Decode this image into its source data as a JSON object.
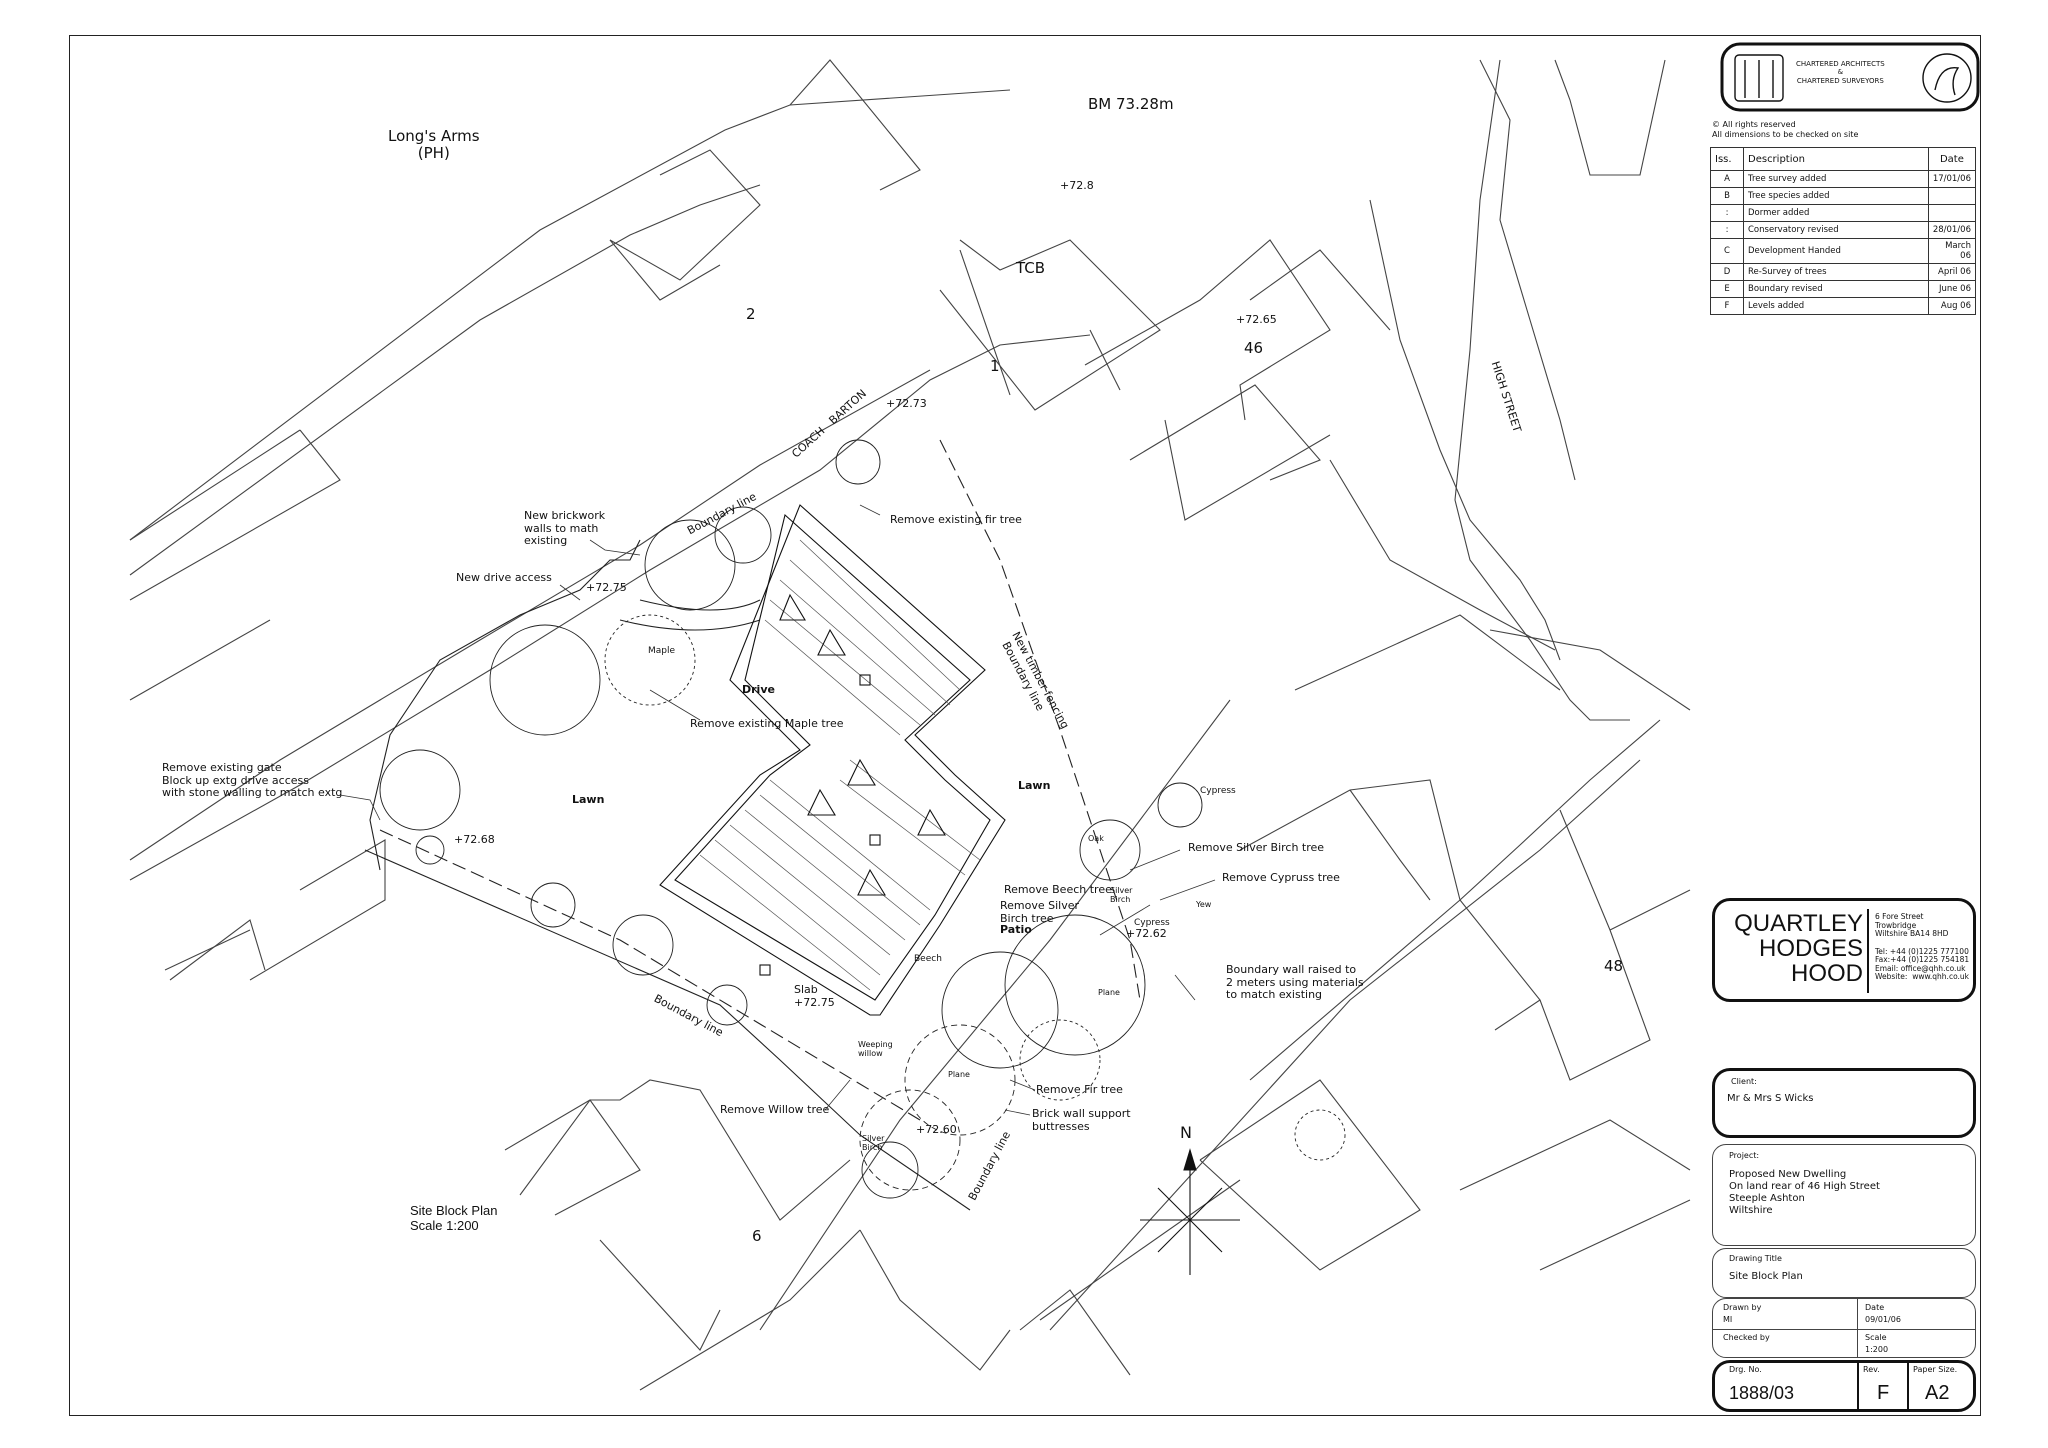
{
  "map_labels": {
    "pub": "Long's Arms\n(PH)",
    "benchmark": "BM 73.28m",
    "tcb": "TCB",
    "lvl_728": "+72.8",
    "lvl_7265": "+72.65",
    "lvl_7273": "+72.73",
    "lvl_7275a": "+72.75",
    "lvl_7268": "+72.68",
    "lvl_7262": "+72.62",
    "lvl_7260": "+72.60",
    "house_2": "2",
    "house_1": "1",
    "house_46": "46",
    "house_48": "48",
    "house_6": "6",
    "coach_barton": "COACH   BARTON",
    "high_street": "HIGH STREET",
    "boundary_line_1": "Boundary line",
    "boundary_line_2": "Boundary line",
    "boundary_line_3": "Boundary line",
    "boundary_line_4": "Boundary line",
    "new_fencing": "New timber fencing",
    "drive": "Drive",
    "lawn_1": "Lawn",
    "lawn_2": "Lawn",
    "patio": "Patio",
    "slab": "Slab\n+72.75",
    "new_brickwork": "New brickwork\nwalls to math\nexisting",
    "new_drive_access": "New drive access",
    "remove_gate": "Remove existing gate\nBlock up extg drive access\nwith stone walling to match extg",
    "remove_fir": "Remove existing fir tree",
    "remove_maple": "Remove existing Maple tree",
    "maple": "Maple",
    "cypress": "Cypress",
    "cypress_2": "Cypress",
    "remove_silver_birch": "Remove Silver Birch tree",
    "remove_cypress": "Remove Cypruss tree",
    "remove_beech": "Remove Beech tree",
    "remove_silver_birch_2": "Remove Silver\nBirch tree",
    "oak": "Oak",
    "silver_birch_1": "Silver\nBirch",
    "yew": "Yew",
    "beech": "Beech",
    "boundary_wall": "Boundary wall raised to\n2 meters using materials\nto match existing",
    "plane_1": "Plane",
    "plane_2": "Plane",
    "weeping_willow": "Weeping\nwillow",
    "remove_willow": "Remove Willow tree",
    "remove_fir_2": "Remove Fir tree",
    "brick_wall": "Brick wall support\nbuttresses",
    "silver_birch_2": "Silver\nBirch",
    "north": "N",
    "site_block_plan": "Site Block Plan\nScale 1:200"
  },
  "titleblock": {
    "practice": "CHARTERED ARCHITECTS\n&\nCHARTERED SURVEYORS",
    "rights": "© All rights reserved\nAll dimensions to be checked on site",
    "rev_head": {
      "iss": "Iss.",
      "desc": "Description",
      "date": "Date"
    },
    "revisions": [
      {
        "iss": "A",
        "desc": "Tree survey added",
        "date": "17/01/06"
      },
      {
        "iss": "B",
        "desc": "Tree species added",
        "date": ""
      },
      {
        "iss": ":",
        "desc": "Dormer added",
        "date": ""
      },
      {
        "iss": ":",
        "desc": "Conservatory revised",
        "date": "28/01/06"
      },
      {
        "iss": "C",
        "desc": "Development Handed",
        "date": "March 06"
      },
      {
        "iss": "D",
        "desc": "Re-Survey of trees",
        "date": "April 06"
      },
      {
        "iss": "E",
        "desc": "Boundary revised",
        "date": "June 06"
      },
      {
        "iss": "F",
        "desc": "Levels added",
        "date": "Aug 06"
      }
    ],
    "firm": "QUARTLEY\nHODGES\nHOOD",
    "address": "6 Fore Street\nTrowbridge\nWiltshire BA14 8HD\n\nTel: +44 (0)1225 777100\nFax:+44 (0)1225 754181\nEmail: office@qhh.co.uk\nWebsite:  www.qhh.co.uk",
    "client_label": "Client:",
    "client": "Mr & Mrs S Wicks",
    "project_label": "Project:",
    "project": "Proposed New Dwelling\nOn land rear of 46 High Street\nSteeple Ashton\nWiltshire",
    "drawing_title_label": "Drawing Title",
    "drawing_title": "Site Block Plan",
    "drawn_by_label": "Drawn by",
    "drawn_by": "MI",
    "date_label": "Date",
    "date": "09/01/06",
    "checked_by_label": "Checked by",
    "scale_label": "Scale",
    "scale": "1:200",
    "drg_no_label": "Drg. No.",
    "drg_no": "1888/03",
    "rev_label": "Rev.",
    "rev": "F",
    "paper_label": "Paper Size.",
    "paper": "A2"
  }
}
